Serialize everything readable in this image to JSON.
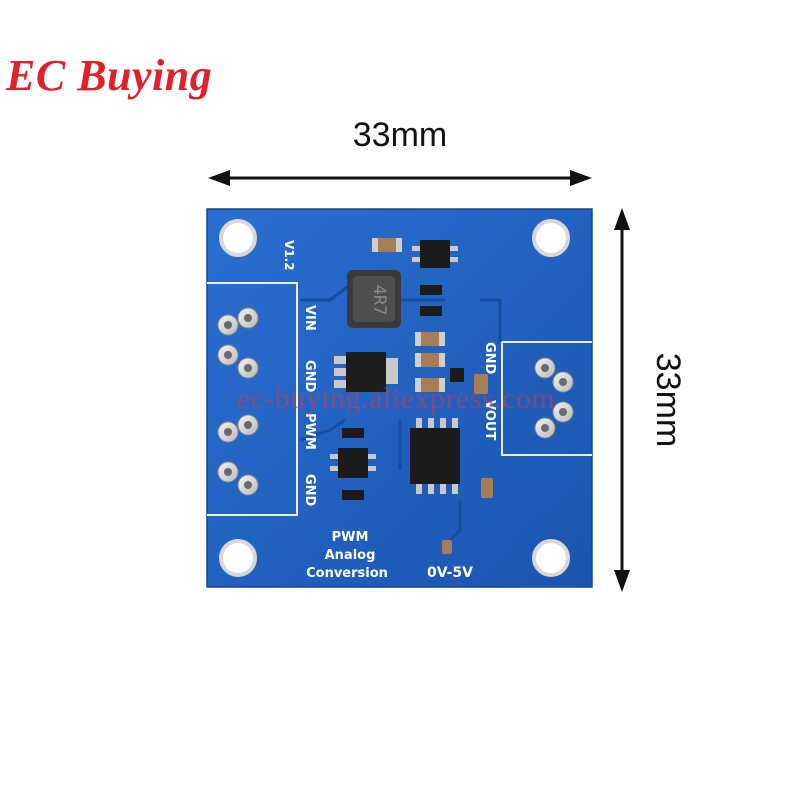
{
  "brand": {
    "name": "EC Buying",
    "color": "#e0202a"
  },
  "dimensions": {
    "width_label": "33mm",
    "height_label": "33mm"
  },
  "watermark": "ec-buying.aliexpress.com",
  "board": {
    "color": "#1f5fc0",
    "version": "V1.2",
    "input_labels": [
      "VIN",
      "GND",
      "PWM",
      "GND"
    ],
    "output_labels": [
      "GND",
      "VOUT"
    ],
    "title_lines": [
      "PWM",
      "Analog",
      "Conversion"
    ],
    "range": "0V-5V",
    "inductor_marking": "4R7",
    "components": [
      "mounting-hole",
      "terminal-block",
      "inductor",
      "regulator",
      "op-amp",
      "capacitor",
      "resistor",
      "transistor"
    ]
  }
}
